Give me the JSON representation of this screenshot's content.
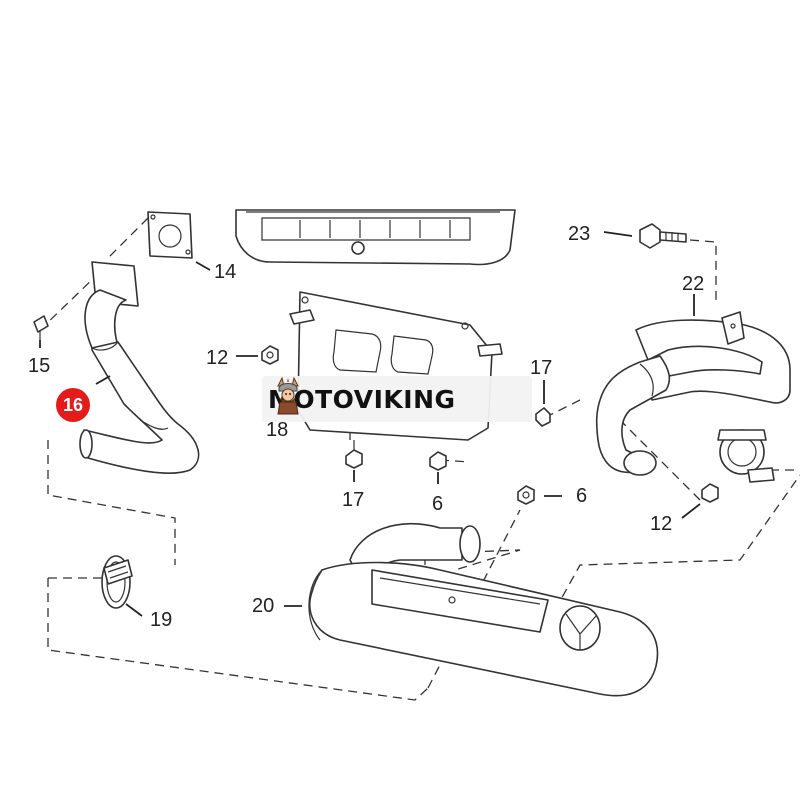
{
  "diagram": {
    "callouts": {
      "c14": "14",
      "c15": "15",
      "c16": "16",
      "c12a": "12",
      "c12b": "12",
      "c17a": "17",
      "c17b": "17",
      "c18": "18",
      "c6a": "6",
      "c6b": "6",
      "c19": "19",
      "c20": "20",
      "c22": "22",
      "c23": "23"
    },
    "highlight_color": "#e31b1b",
    "watermark": {
      "text": "MOTOVIKING",
      "icon": "viking-mascot-icon"
    }
  }
}
